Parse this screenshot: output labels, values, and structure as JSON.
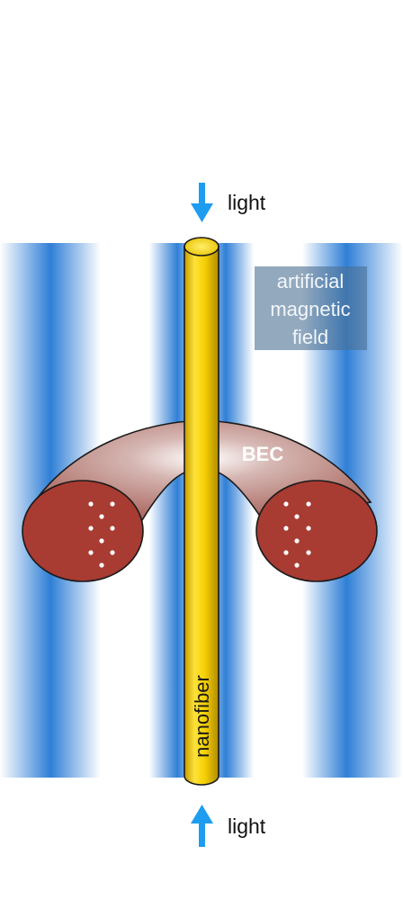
{
  "labels": {
    "light_top": "light",
    "light_bottom": "light",
    "field_line1": "artificial",
    "field_line2": "magnetic",
    "field_line3": "field",
    "bec": "BEC",
    "fiber": "nanofiber"
  },
  "colors": {
    "field_blue": "#2f7fd6",
    "fiber_yellow": "#f8d800",
    "torus_red": "#a83b32",
    "torus_pink": "#c89894",
    "arrow_blue": "#1e9df0"
  },
  "icons": {
    "top_arrow": "down-arrow-icon",
    "bottom_arrow": "up-arrow-icon"
  }
}
